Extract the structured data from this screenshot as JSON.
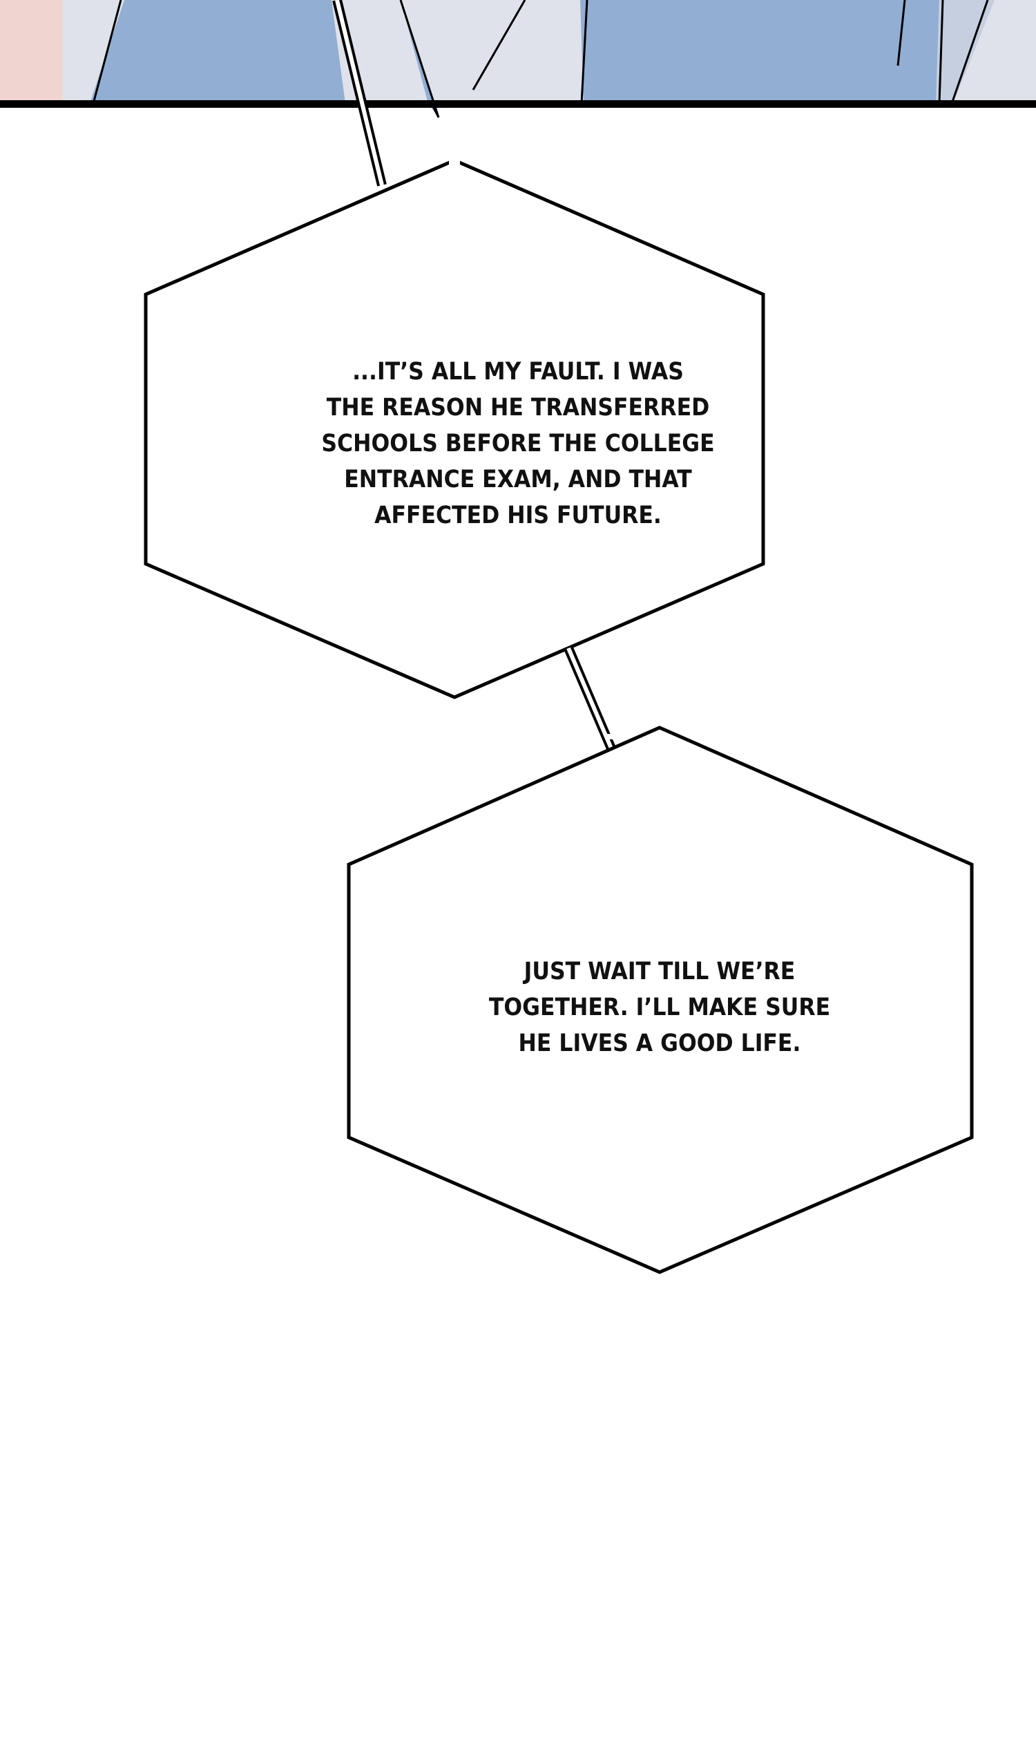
{
  "bubbles": [
    {
      "lines": [
        "...IT’S ALL MY FAULT. I WAS",
        "THE REASON HE TRANSFERRED",
        "SCHOOLS BEFORE THE COLLEGE",
        "ENTRANCE EXAM, AND THAT",
        "AFFECTED HIS FUTURE."
      ]
    },
    {
      "lines": [
        "JUST WAIT TILL WE’RE",
        "TOGETHER. I’LL MAKE SURE",
        "HE LIVES A GOOD LIFE."
      ]
    }
  ],
  "colors": {
    "panel_blue": "#93aed3",
    "panel_grey": "#dfe2ea",
    "panel_pink": "#efd4d0",
    "ink": "#000000"
  }
}
